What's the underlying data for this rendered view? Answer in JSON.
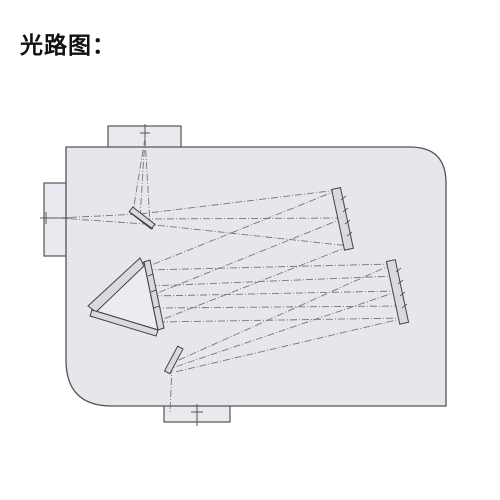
{
  "title": "光路图：",
  "colors": {
    "housing_fill": "#e6e6ec",
    "port_fill": "#e9e9ef",
    "outline": "#555555",
    "beam": "#777777",
    "mirror_fill": "#dadade"
  },
  "components": [
    "housing",
    "top-port",
    "left-port",
    "bottom-port",
    "fold-mirror-upper",
    "collimating-mirror",
    "prism",
    "focusing-mirror",
    "fold-mirror-lower"
  ]
}
